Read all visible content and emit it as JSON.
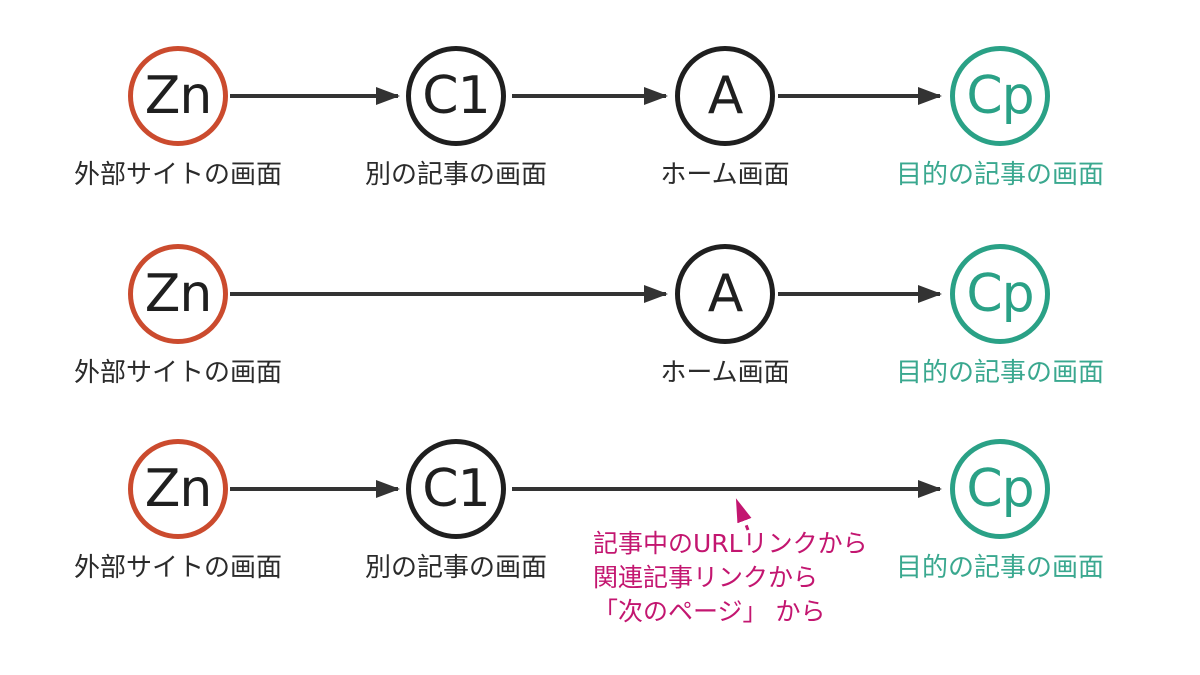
{
  "diagram": {
    "rows": [
      {
        "name": "route-via-other-article-and-home",
        "nodes": [
          {
            "id": "Zn",
            "label": "外部サイトの画面",
            "type": "external"
          },
          {
            "id": "C1",
            "label": "別の記事の画面",
            "type": "normal"
          },
          {
            "id": "A",
            "label": "ホーム画面",
            "type": "normal"
          },
          {
            "id": "Cp",
            "label": "目的の記事の画面",
            "type": "target"
          }
        ]
      },
      {
        "name": "route-via-home",
        "nodes": [
          {
            "id": "Zn",
            "label": "外部サイトの画面",
            "type": "external"
          },
          {
            "id": "A",
            "label": "ホーム画面",
            "type": "normal"
          },
          {
            "id": "Cp",
            "label": "目的の記事の画面",
            "type": "target"
          }
        ]
      },
      {
        "name": "route-direct-from-other-article",
        "nodes": [
          {
            "id": "Zn",
            "label": "外部サイトの画面",
            "type": "external"
          },
          {
            "id": "C1",
            "label": "別の記事の画面",
            "type": "normal"
          },
          {
            "id": "Cp",
            "label": "目的の記事の画面",
            "type": "target"
          }
        ],
        "annotation": {
          "lines": [
            "記事中のURLリンクから",
            "関連記事リンクから",
            "「次のページ」 から"
          ]
        }
      }
    ],
    "colors": {
      "external_ring": "#cb4b2e",
      "target": "#2aa186",
      "node_ink": "#1f1f1f",
      "arrow": "#333333",
      "annotation": "#c31670"
    }
  }
}
